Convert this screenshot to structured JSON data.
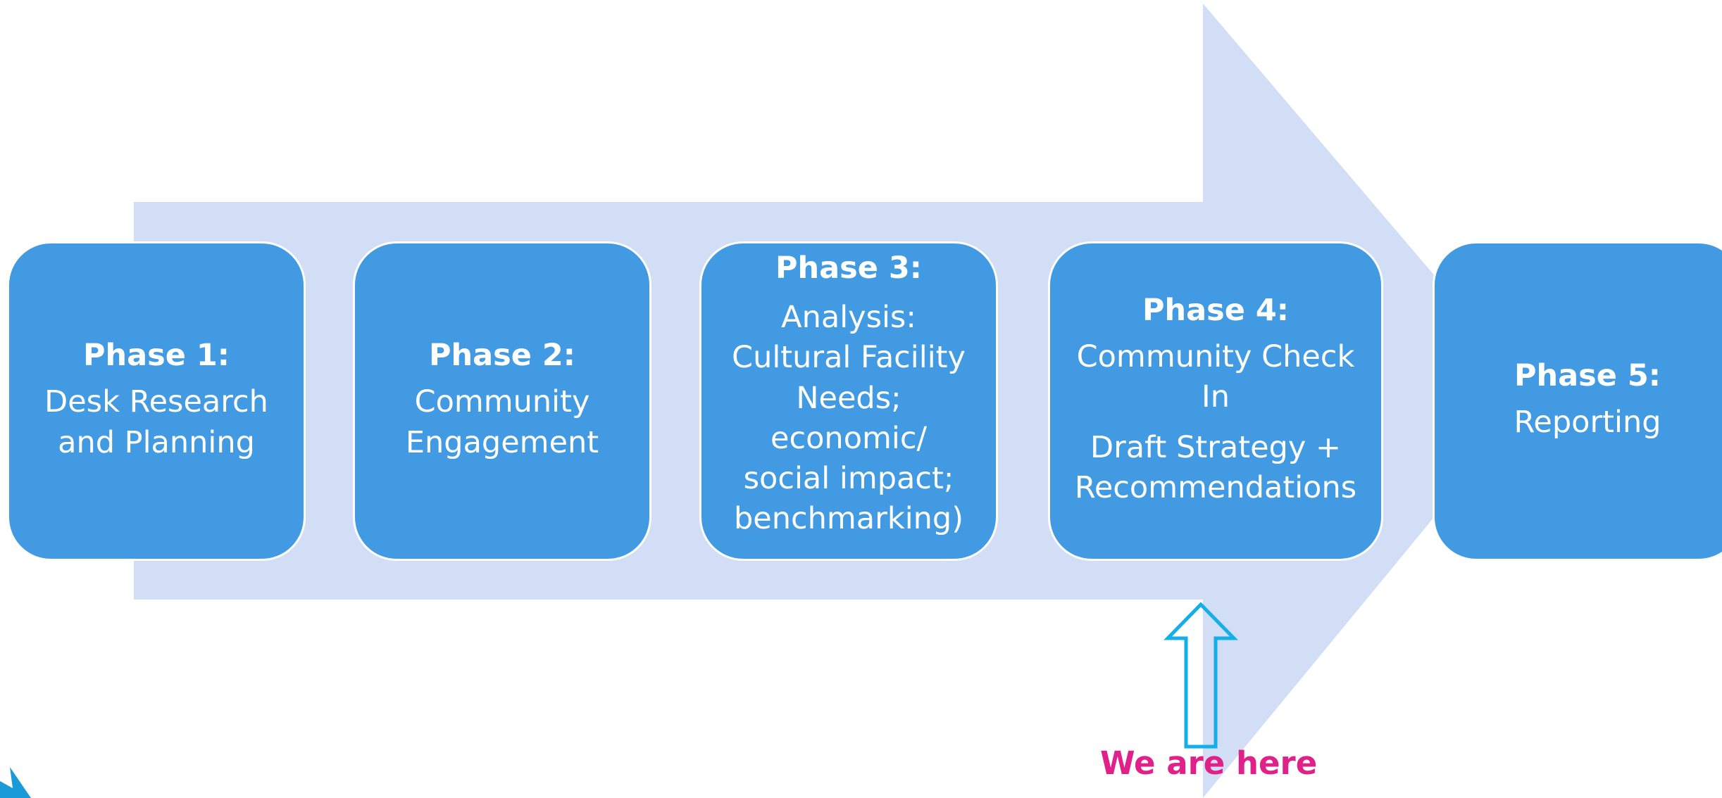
{
  "phases": [
    {
      "title": "Phase 1:",
      "lines": [
        "Desk Research",
        "and Planning"
      ]
    },
    {
      "title": "Phase 2:",
      "lines": [
        "Community",
        "Engagement"
      ]
    },
    {
      "title": "Phase 3:",
      "lines": [
        "Analysis:",
        "Cultural Facility",
        "Needs;",
        "economic/",
        "social impact;",
        "benchmarking)"
      ]
    },
    {
      "title": "Phase 4:",
      "lines": [
        "Community Check",
        "In"
      ],
      "lines2": [
        "Draft Strategy +",
        "Recommendations"
      ]
    },
    {
      "title": "Phase 5:",
      "lines": [
        "Reporting"
      ]
    }
  ],
  "marker": {
    "label": "We are here"
  },
  "colors": {
    "background_arrow": "#d1def5",
    "phase_box": "#419ae2",
    "marker_outline": "#14aee8",
    "marker_label": "#e0218a"
  }
}
